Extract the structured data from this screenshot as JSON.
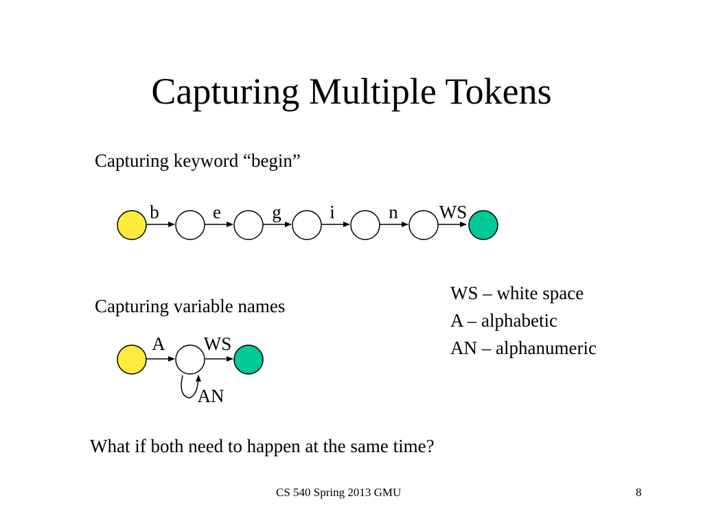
{
  "slide": {
    "title": "Capturing Multiple Tokens",
    "section1_heading": "Capturing keyword “begin”",
    "section2_heading": "Capturing variable names",
    "question": "What if both need to happen at the same time?"
  },
  "diagram1": {
    "transitions": [
      "b",
      "e",
      "g",
      "i",
      "n",
      "WS"
    ],
    "states": [
      {
        "role": "start",
        "fill": "#ffeb3b"
      },
      {
        "role": "intermediate",
        "fill": "#ffffff"
      },
      {
        "role": "intermediate",
        "fill": "#ffffff"
      },
      {
        "role": "intermediate",
        "fill": "#ffffff"
      },
      {
        "role": "intermediate",
        "fill": "#ffffff"
      },
      {
        "role": "intermediate",
        "fill": "#ffffff"
      },
      {
        "role": "accept",
        "fill": "#00c896"
      }
    ]
  },
  "diagram2": {
    "transitions": [
      "A",
      "WS"
    ],
    "self_loop_label": "AN",
    "states": [
      {
        "role": "start",
        "fill": "#ffeb3b"
      },
      {
        "role": "intermediate",
        "fill": "#ffffff"
      },
      {
        "role": "accept",
        "fill": "#00c896"
      }
    ]
  },
  "legend": {
    "items": [
      "WS – white space",
      "A – alphabetic",
      "AN – alphanumeric"
    ]
  },
  "footer": {
    "text": "CS 540  Spring 2013 GMU",
    "page_number": "8"
  }
}
